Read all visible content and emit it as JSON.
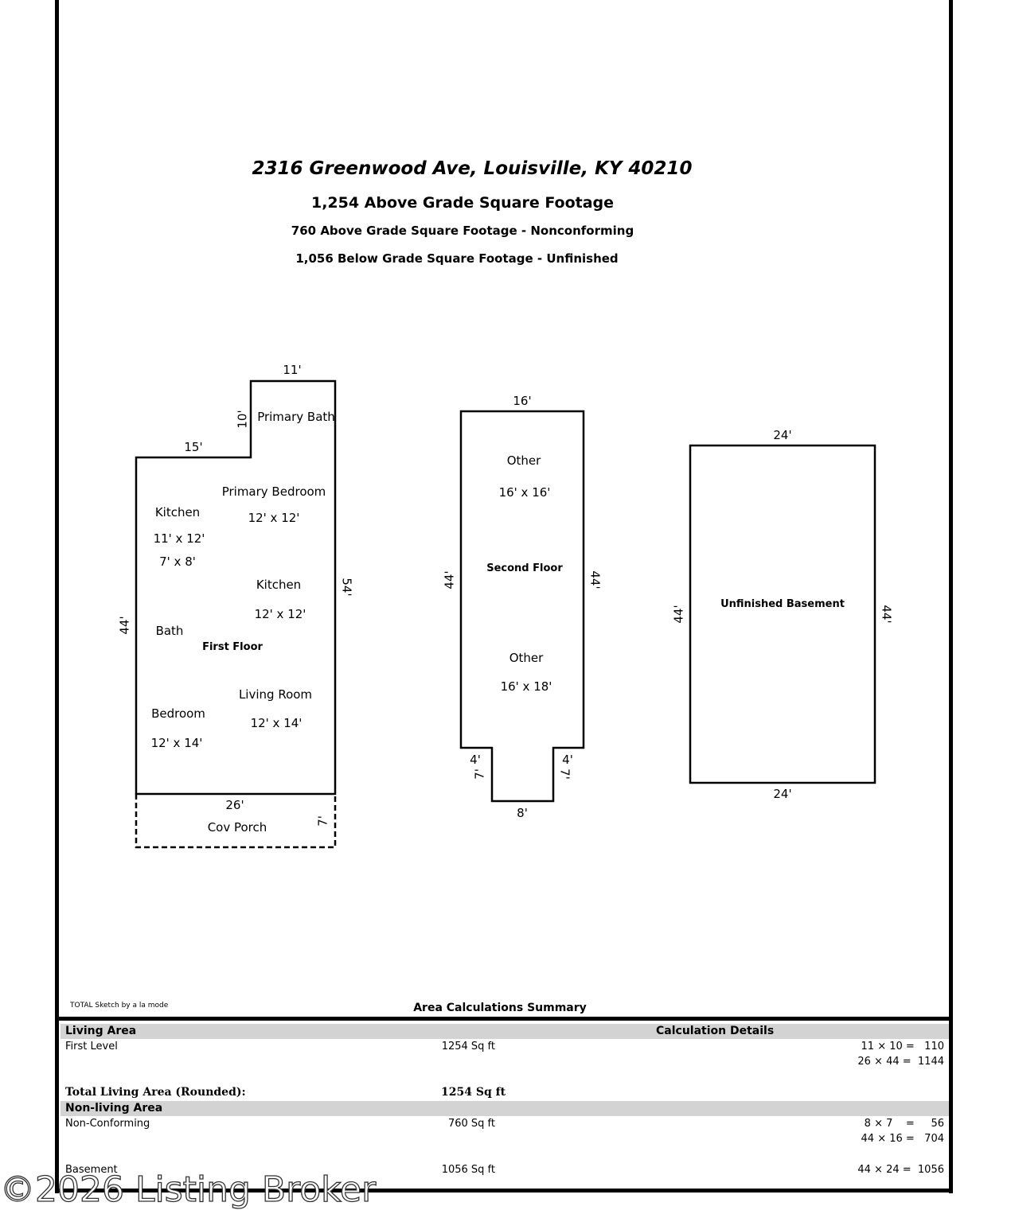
{
  "header": {
    "address": "2316 Greenwood Ave, Louisville, KY 40210",
    "above_grade": "1,254 Above Grade Square Footage",
    "nonconforming": "760 Above Grade Square Footage - Nonconforming",
    "below_grade": "1,056 Below Grade Square Footage - Unfinished"
  },
  "first_floor": {
    "label": "First Floor",
    "dims": {
      "top": "11'",
      "step_height": "10'",
      "step_width": "15'",
      "right": "54'",
      "left": "44'",
      "bottom": "26'",
      "porch_depth": "7'"
    },
    "rooms": {
      "primary_bath": "Primary Bath",
      "primary_bedroom": "Primary Bedroom",
      "primary_bedroom_size": "12' x 12'",
      "kitchen1": "Kitchen",
      "kitchen1_size": "11' x 12'",
      "extra_size": "7' x 8'",
      "kitchen2": "Kitchen",
      "kitchen2_size": "12' x 12'",
      "bath": "Bath",
      "living_room": "Living Room",
      "living_room_size": "12' x 14'",
      "bedroom": "Bedroom",
      "bedroom_size": "12' x 14'",
      "porch": "Cov Porch"
    }
  },
  "second_floor": {
    "label": "Second Floor",
    "dims": {
      "top": "16'",
      "left": "44'",
      "right": "44'",
      "notch_left": "4'",
      "notch_right": "4'",
      "notch_depth_left": "7'",
      "notch_depth_right": "7'",
      "bottom": "8'"
    },
    "rooms": {
      "other1": "Other",
      "other1_size": "16' x 16'",
      "other2": "Other",
      "other2_size": "16' x 18'"
    }
  },
  "basement": {
    "label": "Unfinished Basement",
    "dims": {
      "top": "24'",
      "bottom": "24'",
      "left": "44'",
      "right": "44'"
    }
  },
  "summary": {
    "credit": "TOTAL Sketch by a la mode",
    "title": "Area Calculations Summary",
    "living_header": "Living Area",
    "calc_header": "Calculation Details",
    "first_level": {
      "label": "First Level",
      "area": "1254 Sq ft",
      "calc": [
        "11 × 10 =   110",
        "26 × 44 =  1144"
      ]
    },
    "total_label": "Total Living Area (Rounded):",
    "total_value": "1254 Sq ft",
    "nonliving_header": "Non-living Area",
    "nonconforming": {
      "label": "Non-Conforming",
      "area": "760 Sq ft",
      "calc": [
        "8 × 7    =     56",
        "44 × 16 =   704"
      ]
    },
    "basement": {
      "label": "Basement",
      "area": "1056 Sq ft",
      "calc": [
        "44 × 24 =  1056"
      ]
    }
  },
  "watermark": "©2026 Listing Broker"
}
